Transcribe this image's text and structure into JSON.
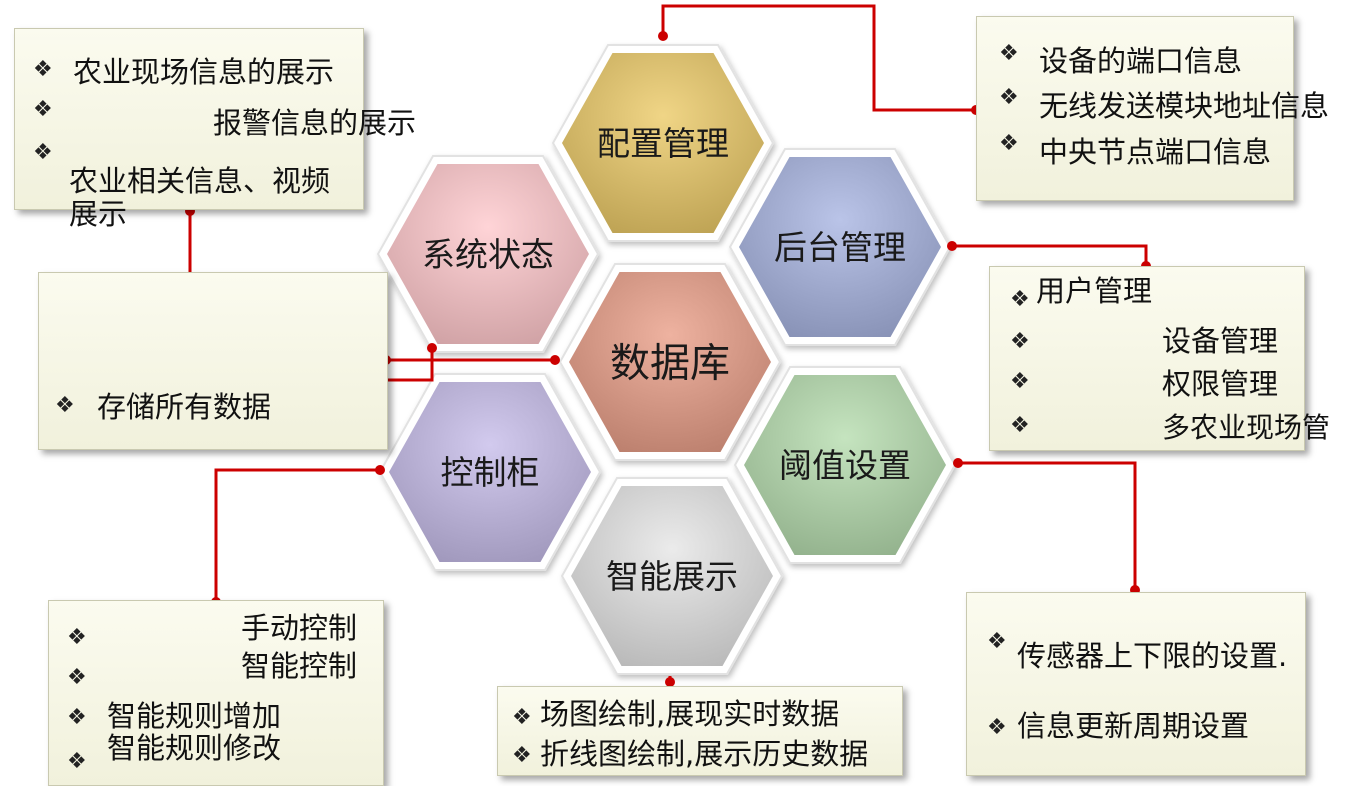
{
  "bullet_char": "❖",
  "colors": {
    "connector": "#cc0000",
    "box_fill": "#f6f6e6"
  },
  "center": {
    "label": "数据库",
    "color": "#d29684"
  },
  "hexagons": {
    "config": {
      "label": "配置管理",
      "color": "#d4b96a"
    },
    "status": {
      "label": "系统状态",
      "color": "#e6b8bb"
    },
    "backend": {
      "label": "后台管理",
      "color": "#9ea8cc"
    },
    "control": {
      "label": "控制柜",
      "color": "#b6aed2"
    },
    "threshold": {
      "label": "阈值设置",
      "color": "#a9c8a3"
    },
    "display": {
      "label": "智能展示",
      "color": "#cfcfcf"
    }
  },
  "boxes": {
    "status_box": {
      "items": [
        "农业现场信息的展示",
        "报警信息的展示",
        "农业相关信息、视频",
        "展示"
      ]
    },
    "storage_box": {
      "items": [
        "存储所有数据"
      ]
    },
    "config_box": {
      "items": [
        "设备的端口信息",
        "无线发送模块地址信息",
        "中央节点端口信息"
      ]
    },
    "backend_box": {
      "items": [
        "用户管理",
        "设备管理",
        "权限管理",
        "多农业现场管"
      ]
    },
    "control_box": {
      "items": [
        "手动控制",
        "智能控制",
        "智能规则增加",
        "智能规则修改"
      ]
    },
    "display_box": {
      "items": [
        "场图绘制,展现实时数据",
        "折线图绘制,展示历史数据"
      ]
    },
    "threshold_box": {
      "items": [
        "传感器上下限的设置.",
        "信息更新周期设置"
      ]
    }
  }
}
